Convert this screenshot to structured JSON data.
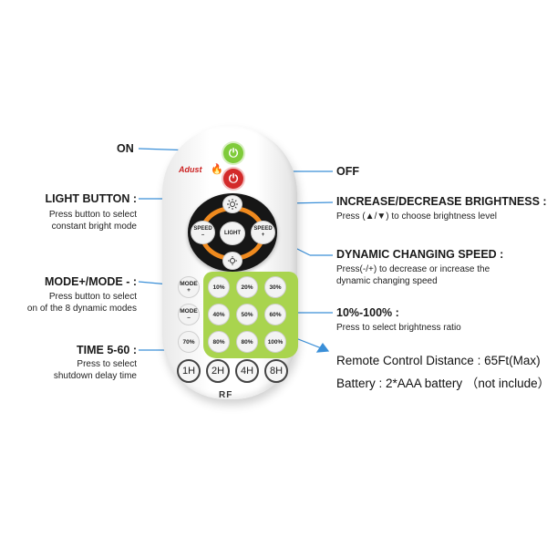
{
  "labels": {
    "on": "ON",
    "off": "OFF",
    "light_button": {
      "title": "LIGHT BUTTON :",
      "line1": "Press button to select",
      "line2": "constant bright mode"
    },
    "brightness": {
      "title": "INCREASE/DECREASE BRIGHTNESS :",
      "desc": "Press (▲/▼) to choose brightness level"
    },
    "speed": {
      "title": "DYNAMIC CHANGING SPEED :",
      "line1": "Press(-/+) to decrease or increase the",
      "line2": "dynamic changing speed"
    },
    "mode": {
      "title": "MODE+/MODE - :",
      "line1": "Press button to select",
      "line2": "on of the 8 dynamic modes"
    },
    "ratio": {
      "title": "10%-100% :",
      "desc": "Press to select brightness ratio"
    },
    "time": {
      "title": "TIME 5-60 :",
      "line1": "Press to select",
      "line2": "shutdown delay time"
    },
    "distance": "Remote Control Distance : 65Ft(Max)",
    "battery": "Battery : 2*AAA battery （not include）"
  },
  "remote": {
    "brand": "Adust",
    "rf": "RF",
    "on_symbol": "⏻",
    "off_symbol": "⏻",
    "light": "LIGHT",
    "speed_minus": "SPEED\n–",
    "speed_plus": "SPEED\n+",
    "bright_up_icon": "sun-up-icon",
    "bright_down_icon": "sun-down-icon",
    "mode_plus": "MODE\n+",
    "mode_minus": "MODE\n–",
    "grid": [
      "10%",
      "20%",
      "30%",
      "40%",
      "50%",
      "60%",
      "70%",
      "80%",
      "80%",
      "100%"
    ],
    "time": [
      "1H",
      "2H",
      "4H",
      "8H"
    ]
  },
  "colors": {
    "on_green": "#7fcb3a",
    "off_red": "#d32a2a",
    "pad_green": "#a9d44e",
    "ring_orange": "#f08a1e",
    "leader_blue": "#3a8fd8"
  }
}
